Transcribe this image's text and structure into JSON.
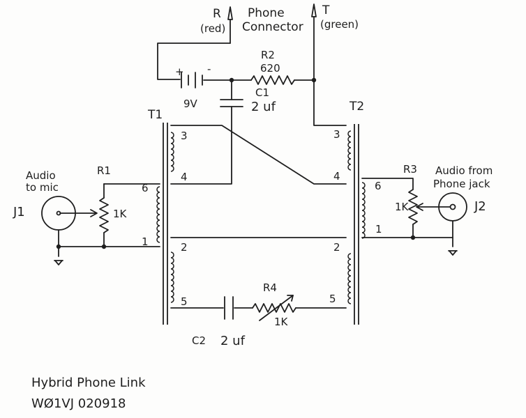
{
  "title": "Hybrid Phone Link",
  "author_line": "WØ1VJ 020918",
  "phone_connector": {
    "label_line1": "Phone",
    "label_line2": "Connector",
    "r_label": "R",
    "r_color": "(red)",
    "t_label": "T",
    "t_color": "(green)"
  },
  "battery": {
    "voltage": "9V",
    "plus": "+",
    "minus": "-"
  },
  "resistors": {
    "r1": {
      "name": "R1",
      "value": "1K"
    },
    "r2": {
      "name": "R2",
      "value": "620"
    },
    "r3": {
      "name": "R3",
      "value": "1K"
    },
    "r4": {
      "name": "R4",
      "value": "1K"
    }
  },
  "capacitors": {
    "c1": {
      "name": "C1",
      "value": "2 uf"
    },
    "c2": {
      "name": "C2",
      "value": "2 uf"
    }
  },
  "transformers": {
    "t1": {
      "name": "T1",
      "pins": [
        "3",
        "4",
        "6",
        "1",
        "2",
        "5"
      ]
    },
    "t2": {
      "name": "T2",
      "pins": [
        "3",
        "4",
        "6",
        "1",
        "2",
        "5"
      ]
    }
  },
  "jacks": {
    "j1": {
      "name": "J1",
      "label_line1": "Audio",
      "label_line2": "to mic"
    },
    "j2": {
      "name": "J2",
      "label_line1": "Audio from",
      "label_line2": "Phone jack"
    }
  }
}
